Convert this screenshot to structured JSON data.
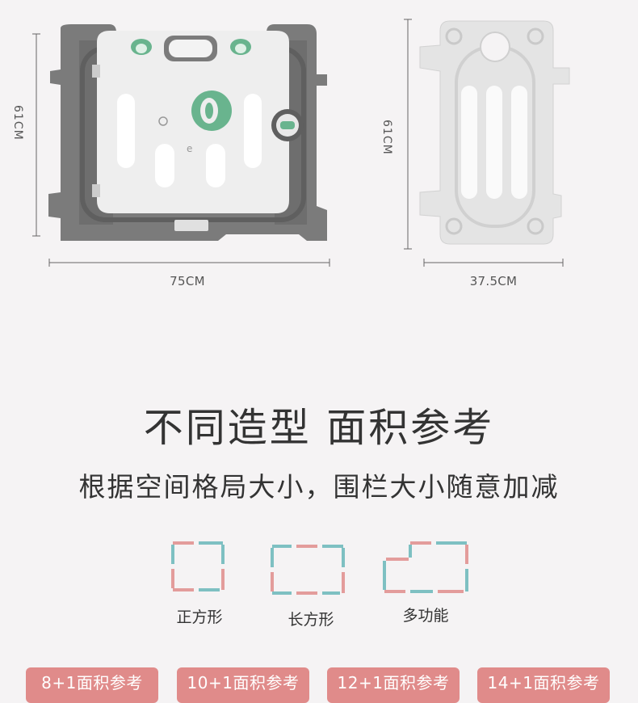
{
  "panels": {
    "door_panel": {
      "height_label": "61CM",
      "width_label": "75CM"
    },
    "side_panel": {
      "height_label": "61CM",
      "width_label": "37.5CM"
    }
  },
  "heading": {
    "title": "不同造型 面积参考",
    "subtitle": "根据空间格局大小，围栏大小随意加减"
  },
  "shapes": [
    {
      "label": "正方形"
    },
    {
      "label": "长方形"
    },
    {
      "label": "多功能"
    }
  ],
  "area_buttons": [
    {
      "label": "8+1面积参考"
    },
    {
      "label": "10+1面积参考"
    },
    {
      "label": "12+1面积参考"
    },
    {
      "label": "14+1面积参考"
    }
  ],
  "colors": {
    "accent_pink": "#e39c9b",
    "accent_teal": "#7ec0c2",
    "button_bg": "#e08b8a",
    "frame_gray": "#7b7b7b"
  }
}
